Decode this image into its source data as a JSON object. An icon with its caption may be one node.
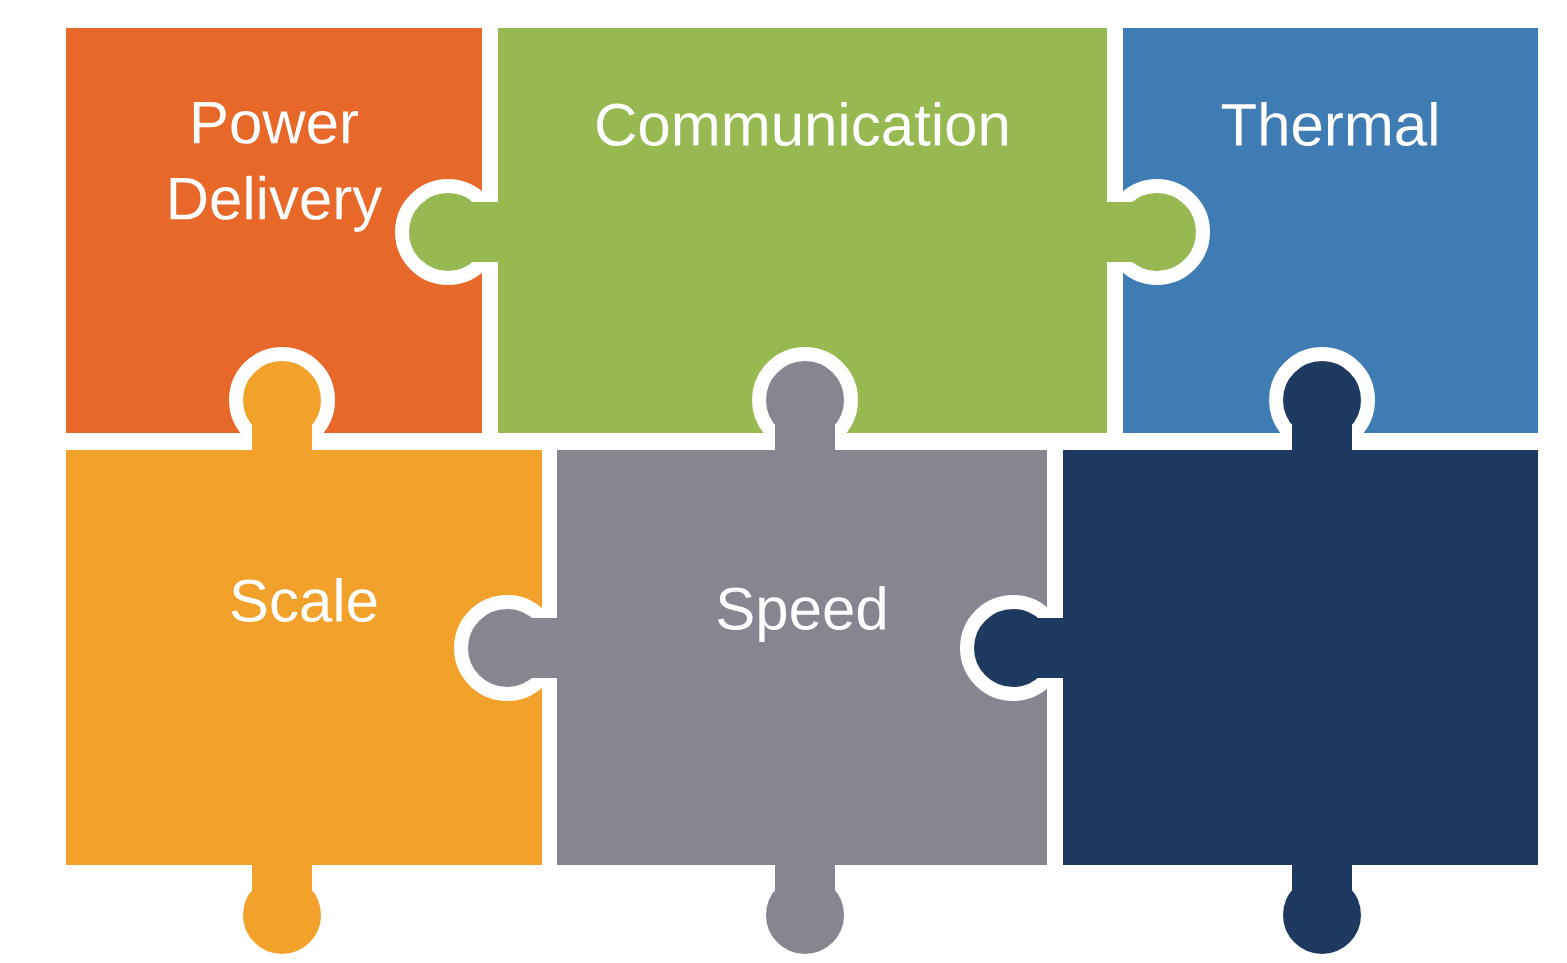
{
  "diagram": {
    "nodes": [
      {
        "text": [
          "Power Delivery"
        ]
      },
      {
        "text": [
          "Communication"
        ]
      },
      {
        "text": [
          "Thermal"
        ]
      },
      {
        "text": [
          "Scale"
        ]
      },
      {
        "text": [
          "Speed"
        ]
      },
      {
        "text": [],
        "shape": "box"
      }
    ]
  }
}
